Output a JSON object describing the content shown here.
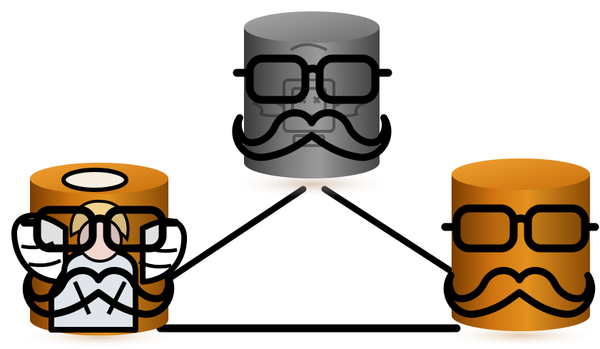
{
  "diagram": {
    "nodes": [
      {
        "id": "top",
        "kind": "database-node",
        "state": "failed",
        "color": "#7d7d7d",
        "overlays": [
          "glasses-icon",
          "mustache-icon",
          "dead-computer-with-wings-icon"
        ]
      },
      {
        "id": "left",
        "kind": "database-node",
        "state": "active",
        "color": "#d97b11",
        "overlays": [
          "halo-icon",
          "angel-icon",
          "glasses-icon",
          "mustache-icon"
        ]
      },
      {
        "id": "right",
        "kind": "database-node",
        "state": "active",
        "color": "#d97b11",
        "overlays": [
          "glasses-icon",
          "mustache-icon"
        ]
      }
    ],
    "edges": [
      {
        "from": "top",
        "to": "left"
      },
      {
        "from": "top",
        "to": "right"
      },
      {
        "from": "left",
        "to": "right"
      }
    ],
    "colors": {
      "orange": "#d97b11",
      "orange_dark": "#8a4a05",
      "grey": "#7d7d7d",
      "grey_dark": "#3d3d3d",
      "line": "#000000"
    }
  }
}
